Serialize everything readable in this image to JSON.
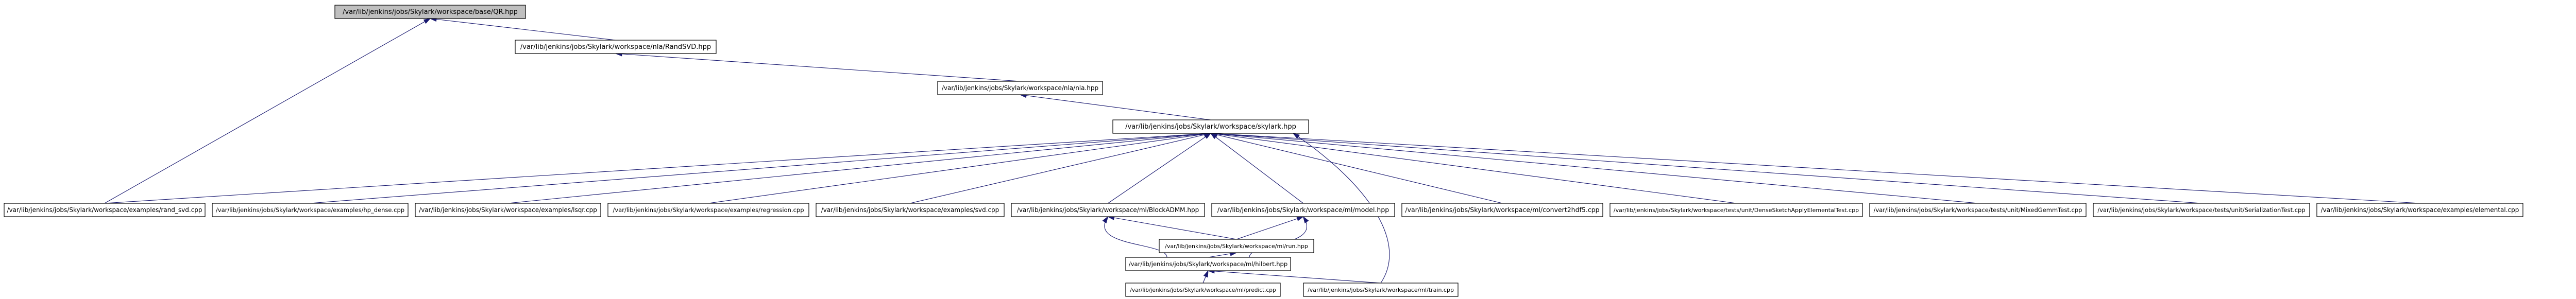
{
  "colors": {
    "edge": "#191970",
    "root_fill": "#bfbfbf",
    "node_fill": "#ffffff",
    "node_stroke": "#000000"
  },
  "nodes": {
    "qr": "/var/lib/jenkins/jobs/Skylark/workspace/base/QR.hpp",
    "randsvd": "/var/lib/jenkins/jobs/Skylark/workspace/nla/RandSVD.hpp",
    "nla": "/var/lib/jenkins/jobs/Skylark/workspace/nla/nla.hpp",
    "skylark": "/var/lib/jenkins/jobs/Skylark/workspace/skylark.hpp",
    "randsvdcpp": "/var/lib/jenkins/jobs/Skylark/workspace/examples/rand_svd.cpp",
    "hpdense": "/var/lib/jenkins/jobs/Skylark/workspace/examples/hp_dense.cpp",
    "lsqr": "/var/lib/jenkins/jobs/Skylark/workspace/examples/lsqr.cpp",
    "regression": "/var/lib/jenkins/jobs/Skylark/workspace/examples/regression.cpp",
    "svdcpp": "/var/lib/jenkins/jobs/Skylark/workspace/examples/svd.cpp",
    "blockadmm": "/var/lib/jenkins/jobs/Skylark/workspace/ml/BlockADMM.hpp",
    "model": "/var/lib/jenkins/jobs/Skylark/workspace/ml/model.hpp",
    "convert2hdf5": "/var/lib/jenkins/jobs/Skylark/workspace/ml/convert2hdf5.cpp",
    "densesketch": "/var/lib/jenkins/jobs/Skylark/workspace/tests/unit/DenseSketchApplyElementalTest.cpp",
    "mixedgemm": "/var/lib/jenkins/jobs/Skylark/workspace/tests/unit/MixedGemmTest.cpp",
    "serialization": "/var/lib/jenkins/jobs/Skylark/workspace/tests/unit/SerializationTest.cpp",
    "elemental": "/var/lib/jenkins/jobs/Skylark/workspace/examples/elemental.cpp",
    "run": "/var/lib/jenkins/jobs/Skylark/workspace/ml/run.hpp",
    "hilbert": "/var/lib/jenkins/jobs/Skylark/workspace/ml/hilbert.hpp",
    "predict": "/var/lib/jenkins/jobs/Skylark/workspace/ml/predict.cpp",
    "train": "/var/lib/jenkins/jobs/Skylark/workspace/ml/train.cpp"
  }
}
